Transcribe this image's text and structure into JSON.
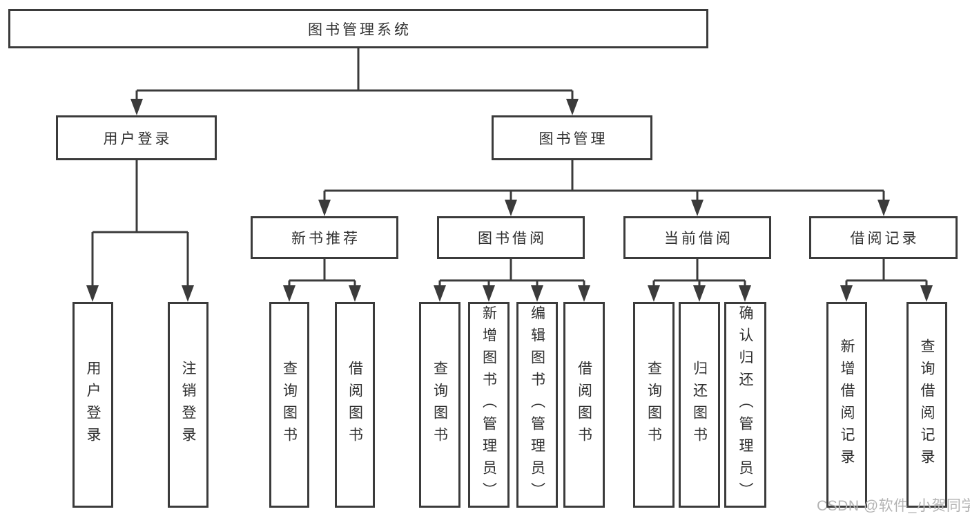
{
  "tree": {
    "root": {
      "label": "图书管理系统"
    },
    "branches": [
      {
        "label": "用户登录",
        "children": [
          {
            "label": "用户登录"
          },
          {
            "label": "注销登录"
          }
        ]
      },
      {
        "label": "图书管理",
        "children": [
          {
            "label": "新书推荐",
            "children": [
              {
                "label": "查询图书"
              },
              {
                "label": "借阅图书"
              }
            ]
          },
          {
            "label": "图书借阅",
            "children": [
              {
                "label": "查询图书"
              },
              {
                "label": "新增图书（管理员）"
              },
              {
                "label": "编辑图书（管理员）"
              },
              {
                "label": "借阅图书"
              }
            ]
          },
          {
            "label": "当前借阅",
            "children": [
              {
                "label": "查询图书"
              },
              {
                "label": "归还图书"
              },
              {
                "label": "确认归还（管理员）"
              }
            ]
          },
          {
            "label": "借阅记录",
            "children": [
              {
                "label": "新增借阅记录"
              },
              {
                "label": "查询借阅记录"
              }
            ]
          }
        ]
      }
    ]
  },
  "watermark": {
    "text": "CSDN @软件_小贺同学"
  },
  "colors": {
    "line": "#3b3b3b",
    "text": "#303030",
    "watermark": "#b4b4b4",
    "background": "#ffffff"
  }
}
